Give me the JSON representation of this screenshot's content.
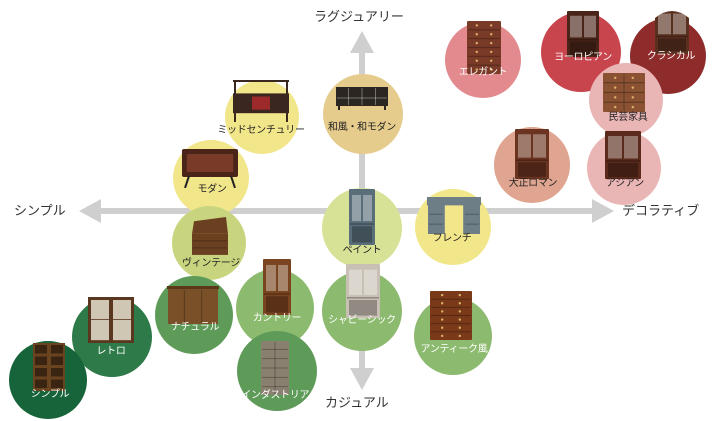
{
  "axes": {
    "top": "ラグジュアリー",
    "bottom": "カジュアル",
    "left": "シンプル",
    "right": "デコラティブ"
  },
  "colors": {
    "axis": "#cfcfcf",
    "yellow": "#f2e68a",
    "tan": "#e6cc8c",
    "lime": "#d8e296",
    "olive": "#c9d57e",
    "green_light": "#8cba6e",
    "green_mid": "#5e9a58",
    "green_dark": "#2e7a48",
    "green_deep": "#17633a",
    "pink_light": "#eab5b5",
    "pink": "#e38a8f",
    "red": "#c9454e",
    "brown_red": "#8e2b2b",
    "salmon": "#dfa590"
  },
  "styles": [
    {
      "label": "エレガント",
      "icon": "tall-dresser-icon",
      "color": "pink"
    },
    {
      "label": "ヨーロピアン",
      "icon": "vitrine-cabinet-icon",
      "color": "red"
    },
    {
      "label": "クラシカル",
      "icon": "arched-cabinet-icon",
      "color": "brown_red"
    },
    {
      "label": "民芸家具",
      "icon": "tansu-chest-icon",
      "color": "pink_light"
    },
    {
      "label": "大正ロマン",
      "icon": "glass-cupboard-icon",
      "color": "salmon"
    },
    {
      "label": "アジアン",
      "icon": "asian-cabinet-icon",
      "color": "pink_light"
    },
    {
      "label": "ミッドセンチュリー",
      "icon": "sideboard-icon",
      "color": "yellow"
    },
    {
      "label": "和風・和モダン",
      "icon": "low-chest-icon",
      "color": "tan"
    },
    {
      "label": "モダン",
      "icon": "tv-board-icon",
      "color": "yellow"
    },
    {
      "label": "ペイント",
      "icon": "hutch-icon",
      "color": "lime"
    },
    {
      "label": "フレンチ",
      "icon": "desk-icon",
      "color": "yellow"
    },
    {
      "label": "ヴィンテージ",
      "icon": "bureau-icon",
      "color": "olive"
    },
    {
      "label": "カントリー",
      "icon": "country-cupboard-icon",
      "color": "green_light"
    },
    {
      "label": "シャビーシック",
      "icon": "shabby-hutch-icon",
      "color": "green_light"
    },
    {
      "label": "ナチュラル",
      "icon": "natural-cabinet-icon",
      "color": "green_mid"
    },
    {
      "label": "アンティーク風",
      "icon": "antique-chest-icon",
      "color": "green_light"
    },
    {
      "label": "レトロ",
      "icon": "retro-bookcase-icon",
      "color": "green_dark"
    },
    {
      "label": "インダストリアル",
      "icon": "locker-icon",
      "color": "green_mid"
    },
    {
      "label": "シンプル",
      "icon": "open-shelf-icon",
      "color": "green_deep"
    }
  ]
}
